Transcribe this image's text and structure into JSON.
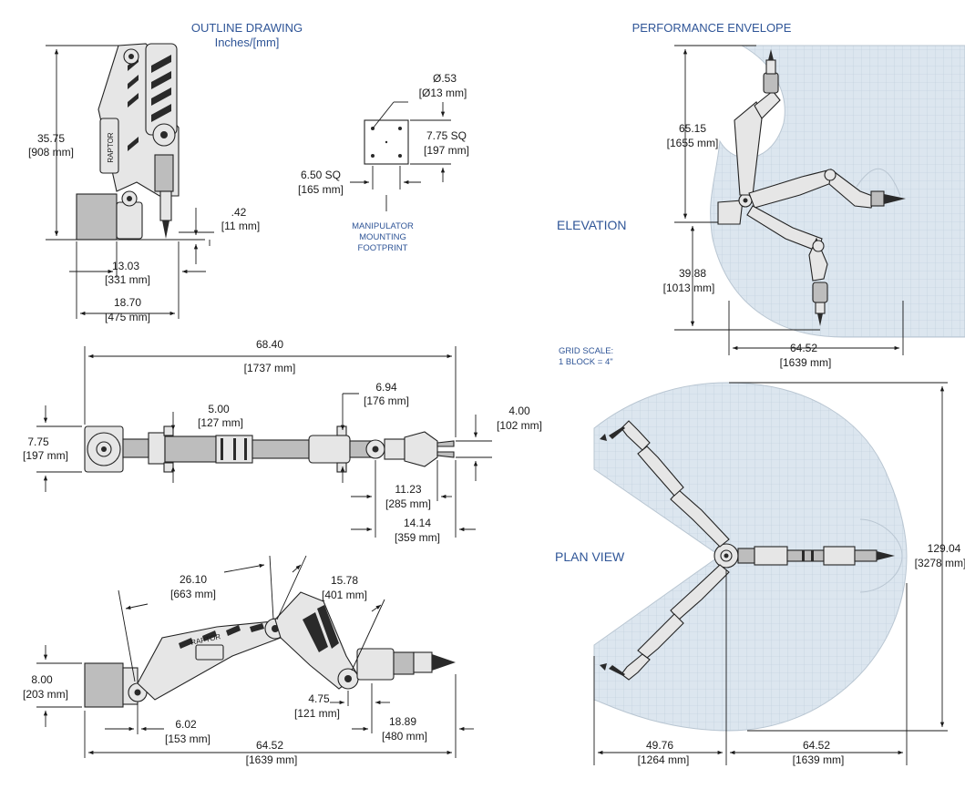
{
  "headings": {
    "outline_line1": "OUTLINE DRAWING",
    "outline_line2": "Inches/[mm]",
    "performance": "PERFORMANCE ENVELOPE",
    "elevation": "ELEVATION",
    "plan_view": "PLAN VIEW",
    "grid_scale_line1": "GRID SCALE:",
    "grid_scale_line2": "1 BLOCK = 4\"",
    "footprint_line1": "MANIPULATOR",
    "footprint_line2": "MOUNTING",
    "footprint_line3": "FOOTPRINT",
    "brand": "RAPTOR"
  },
  "dims": {
    "d35_75": {
      "in": "35.75",
      "mm": "[908 mm]"
    },
    "d_42": {
      "in": ".42",
      "mm": "[11 mm]"
    },
    "d13_03": {
      "in": "13.03",
      "mm": "[331 mm]"
    },
    "d18_70": {
      "in": "18.70",
      "mm": "[475 mm]"
    },
    "d_dia53": {
      "in": "Ø.53",
      "mm": "[Ø13 mm]"
    },
    "d7_75sq": {
      "in": "7.75 SQ",
      "mm": "[197 mm]"
    },
    "d6_50sq": {
      "in": "6.50 SQ",
      "mm": "[165 mm]"
    },
    "d68_40": {
      "in": "68.40",
      "mm": "[1737 mm]"
    },
    "d7_75": {
      "in": "7.75",
      "mm": "[197 mm]"
    },
    "d5_00": {
      "in": "5.00",
      "mm": "[127 mm]"
    },
    "d6_94": {
      "in": "6.94",
      "mm": "[176 mm]"
    },
    "d4_00": {
      "in": "4.00",
      "mm": "[102 mm]"
    },
    "d11_23": {
      "in": "11.23",
      "mm": "[285 mm]"
    },
    "d14_14": {
      "in": "14.14",
      "mm": "[359 mm]"
    },
    "d26_10": {
      "in": "26.10",
      "mm": "[663 mm]"
    },
    "d15_78": {
      "in": "15.78",
      "mm": "[401 mm]"
    },
    "d8_00": {
      "in": "8.00",
      "mm": "[203 mm]"
    },
    "d6_02": {
      "in": "6.02",
      "mm": "[153 mm]"
    },
    "d4_75": {
      "in": "4.75",
      "mm": "[121 mm]"
    },
    "d18_89": {
      "in": "18.89",
      "mm": "[480 mm]"
    },
    "d64_52_side": {
      "in": "64.52",
      "mm": "[1639 mm]"
    },
    "d65_15": {
      "in": "65.15",
      "mm": "[1655 mm]"
    },
    "d39_88": {
      "in": "39.88",
      "mm": "[1013 mm]"
    },
    "d64_52_elev": {
      "in": "64.52",
      "mm": "[1639 mm]"
    },
    "d129_04": {
      "in": "129.04",
      "mm": "[3278 mm]"
    },
    "d49_76": {
      "in": "49.76",
      "mm": "[1264 mm]"
    },
    "d64_52_plan": {
      "in": "64.52",
      "mm": "[1639 mm]"
    }
  },
  "colors": {
    "heading_blue": "#2f5597",
    "envelope_fill": "#dce6ef",
    "grid_line": "#bccbd9",
    "line_dark": "#1a1a1a"
  }
}
